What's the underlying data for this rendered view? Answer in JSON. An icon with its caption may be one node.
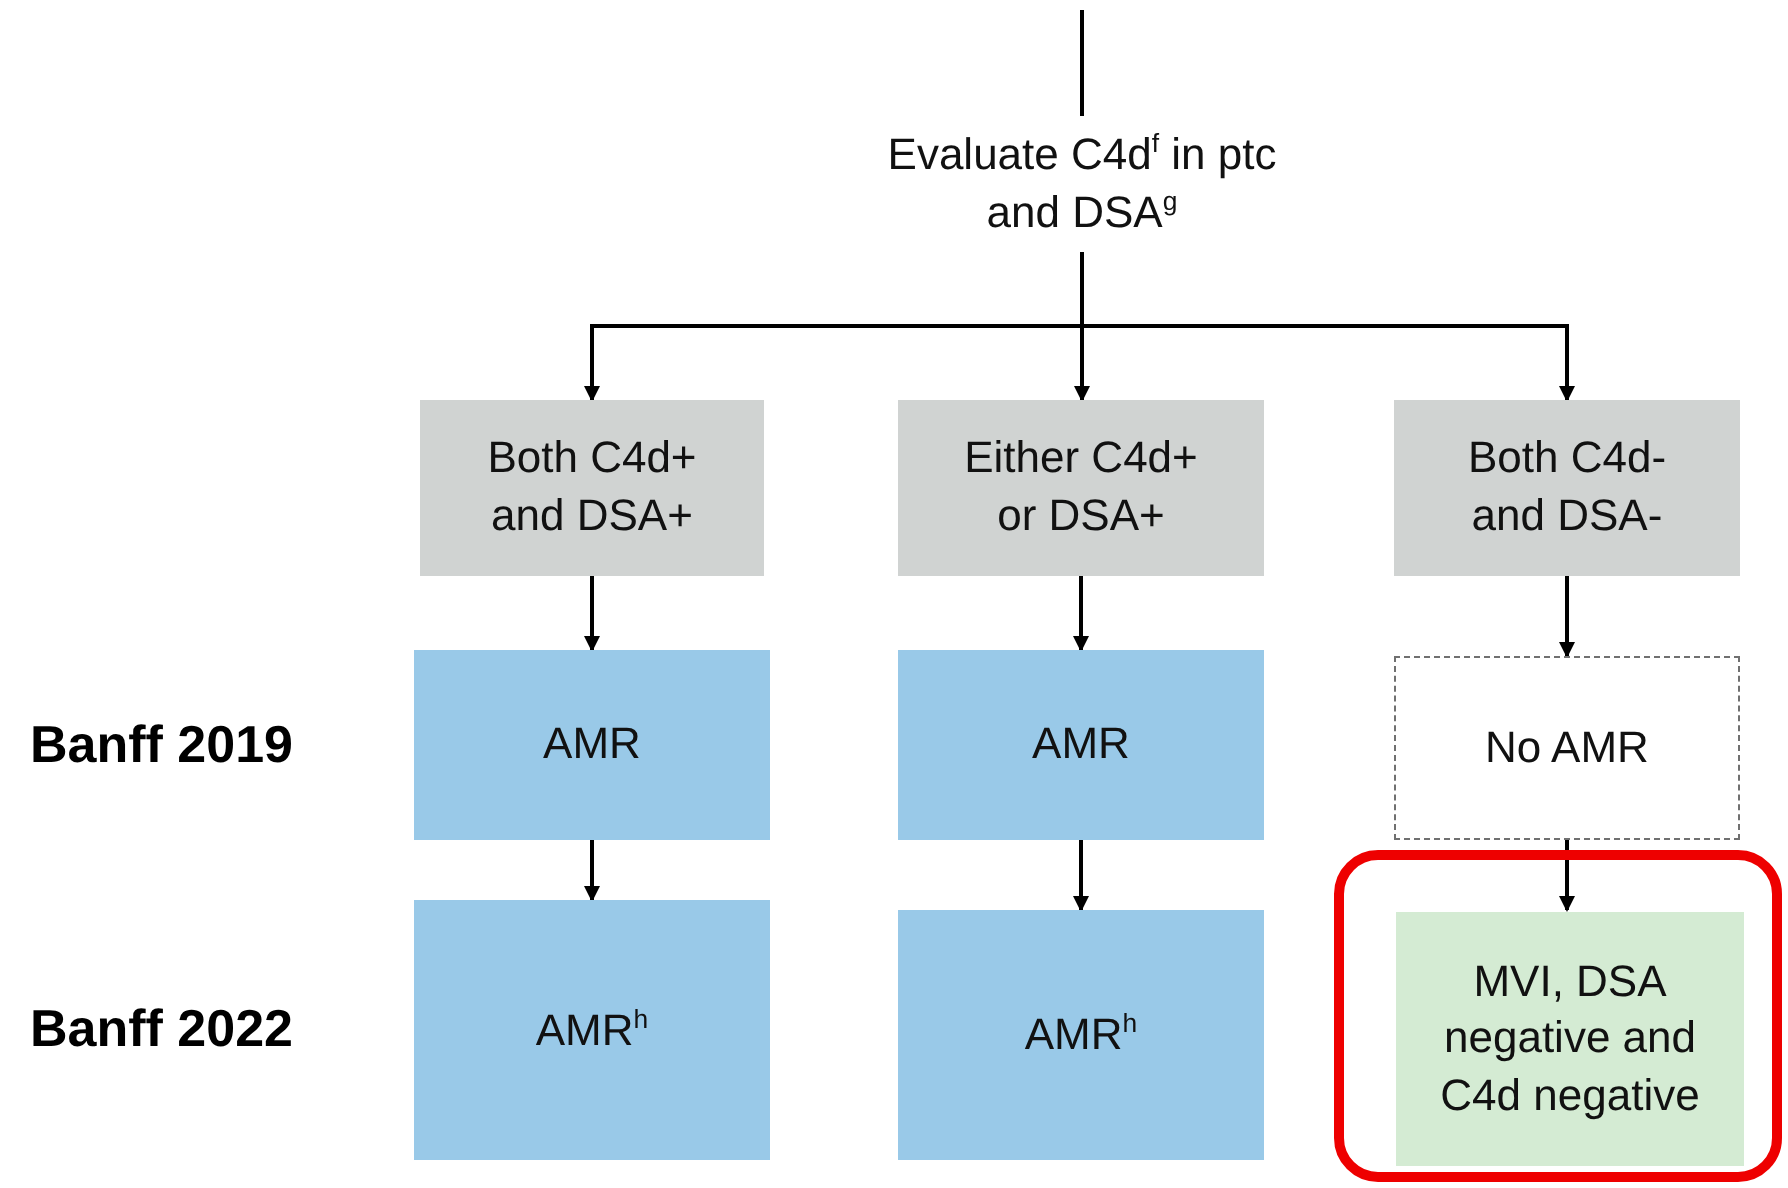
{
  "diagram": {
    "nodes": [
      {
        "text": [
          "Evaluate C4d$^{f}$ in ptc and DSA$^{g}$"
        ]
      },
      {
        "text": [
          "Both C4d+ and DSA+"
        ]
      },
      {
        "text": [
          "Either C4d+ or DSA+"
        ]
      },
      {
        "text": [
          "Both C4d- and DSA-"
        ]
      },
      {
        "text": [
          "AMR"
        ]
      },
      {
        "text": [
          "AMR"
        ]
      },
      {
        "text": [
          "No AMR"
        ]
      },
      {
        "text": [
          "AMR$^{h}$"
        ]
      },
      {
        "text": [
          "AMR$^{h}$"
        ]
      },
      {
        "text": [],
        "shape": "box"
      },
      {
        "text": [
          "MVI, DSA negative and C4d negative"
        ],
        "in": 9
      }
    ],
    "edges": [
      {
        "from": null,
        "to": 0,
        "arrow": "none"
      },
      {
        "from": 0,
        "to": 1,
        "arrow": "to"
      },
      {
        "from": 0,
        "to": 2,
        "arrow": "to"
      },
      {
        "from": 0,
        "to": 3,
        "arrow": "to"
      },
      {
        "from": 1,
        "to": 4,
        "arrow": "to"
      },
      {
        "from": 2,
        "to": 5,
        "arrow": "to"
      },
      {
        "from": 3,
        "to": 6,
        "arrow": "to"
      },
      {
        "from": 4,
        "to": 7,
        "arrow": "to"
      },
      {
        "from": 5,
        "to": 8,
        "arrow": "to"
      },
      {
        "from": 6,
        "to": 10,
        "arrow": "to"
      }
    ],
    "labels": [
      "Banff 2019",
      "Banff 2022"
    ]
  }
}
